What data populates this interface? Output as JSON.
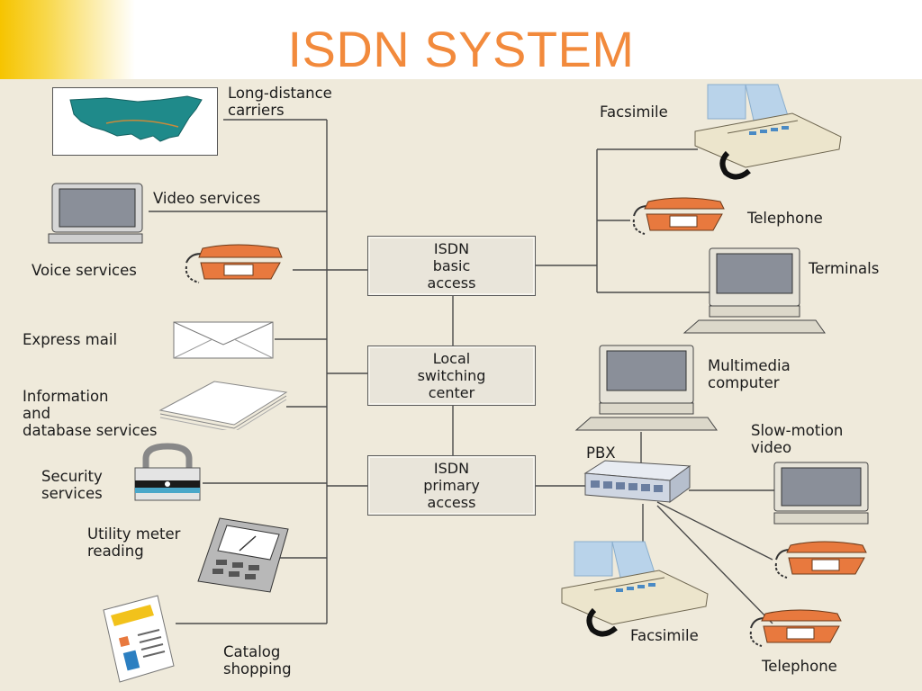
{
  "title": "ISDN SYSTEM",
  "labels": {
    "long_distance": "Long-distance\ncarriers",
    "video_services": "Video services",
    "voice_services": "Voice services",
    "express_mail": "Express mail",
    "information": "Information\nand\ndatabase services",
    "security": "Security\nservices",
    "utility": "Utility meter\nreading",
    "catalog": "Catalog\nshopping",
    "facsimile_top": "Facsimile",
    "telephone_top": "Telephone",
    "terminals": "Terminals",
    "multimedia": "Multimedia\ncomputer",
    "slow_motion": "Slow-motion\nvideo",
    "pbx": "PBX",
    "facsimile_bottom": "Facsimile",
    "telephone_bottom": "Telephone"
  },
  "boxes": {
    "basic_access": "ISDN\nbasic\naccess",
    "local_switching": "Local\nswitching\ncenter",
    "primary_access": "ISDN\nprimary\naccess"
  },
  "colors": {
    "title": "#f28a3c",
    "background": "#efeadb",
    "phone": "#e8793e",
    "map": "#1f8a8a",
    "line": "#4a4a4a"
  },
  "icons": [
    "us-map-icon",
    "monitor-icon",
    "telephone-icon",
    "envelope-icon",
    "paper-stack-icon",
    "padlock-icon",
    "meter-reader-icon",
    "catalog-icon",
    "fax-icon",
    "computer-icon",
    "pbx-icon"
  ]
}
